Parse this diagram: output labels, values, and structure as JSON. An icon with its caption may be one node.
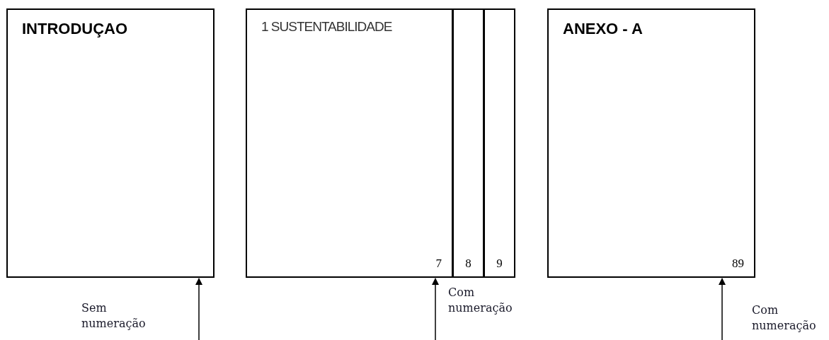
{
  "diagram": {
    "nodes": [
      {
        "text": [
          "INTRODUÇAO"
        ]
      },
      {
        "text": [
          "1 SUSTENTABILIDADE",
          "7"
        ]
      },
      {
        "text": [
          "8"
        ]
      },
      {
        "text": [
          "9"
        ]
      },
      {
        "text": [
          "ANEXO - A",
          "89"
        ]
      }
    ],
    "edges": [
      {
        "from": null,
        "to": 0,
        "arrow": "to"
      },
      {
        "from": null,
        "to": 1,
        "arrow": "to"
      },
      {
        "from": null,
        "to": 4,
        "arrow": "to"
      }
    ],
    "labels": [
      "Sem numeração",
      "Com numeração",
      "Com numeração"
    ]
  }
}
